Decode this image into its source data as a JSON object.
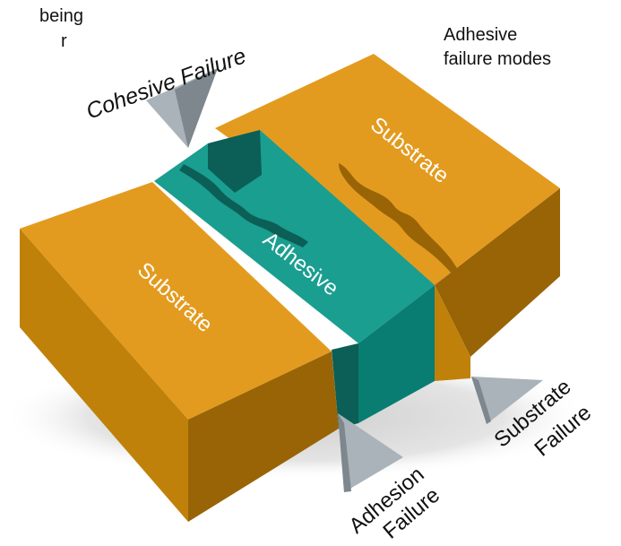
{
  "header": {
    "cropped_text_line1": "being",
    "cropped_text_line2": "r",
    "title_line1": "Adhesive",
    "title_line2": "failure modes"
  },
  "blocks": {
    "left_substrate": "Substrate",
    "right_substrate": "Substrate",
    "adhesive": "Adhesive"
  },
  "callouts": {
    "cohesive_failure": "Cohesive Failure",
    "adhesion_failure_line1": "Adhesion",
    "adhesion_failure_line2": "Failure",
    "substrate_failure_line1": "Substrate",
    "substrate_failure_line2": "Failure"
  },
  "colors": {
    "substrate_top": "#e39b1f",
    "substrate_front": "#c0810a",
    "substrate_side": "#996406",
    "adhesive_top": "#1a9e90",
    "adhesive_front": "#097d71",
    "adhesive_side": "#0b5f56",
    "pointer": "#a9b3b9",
    "pointer_shade": "#7d878d",
    "shadow": "#d9d9d9"
  }
}
